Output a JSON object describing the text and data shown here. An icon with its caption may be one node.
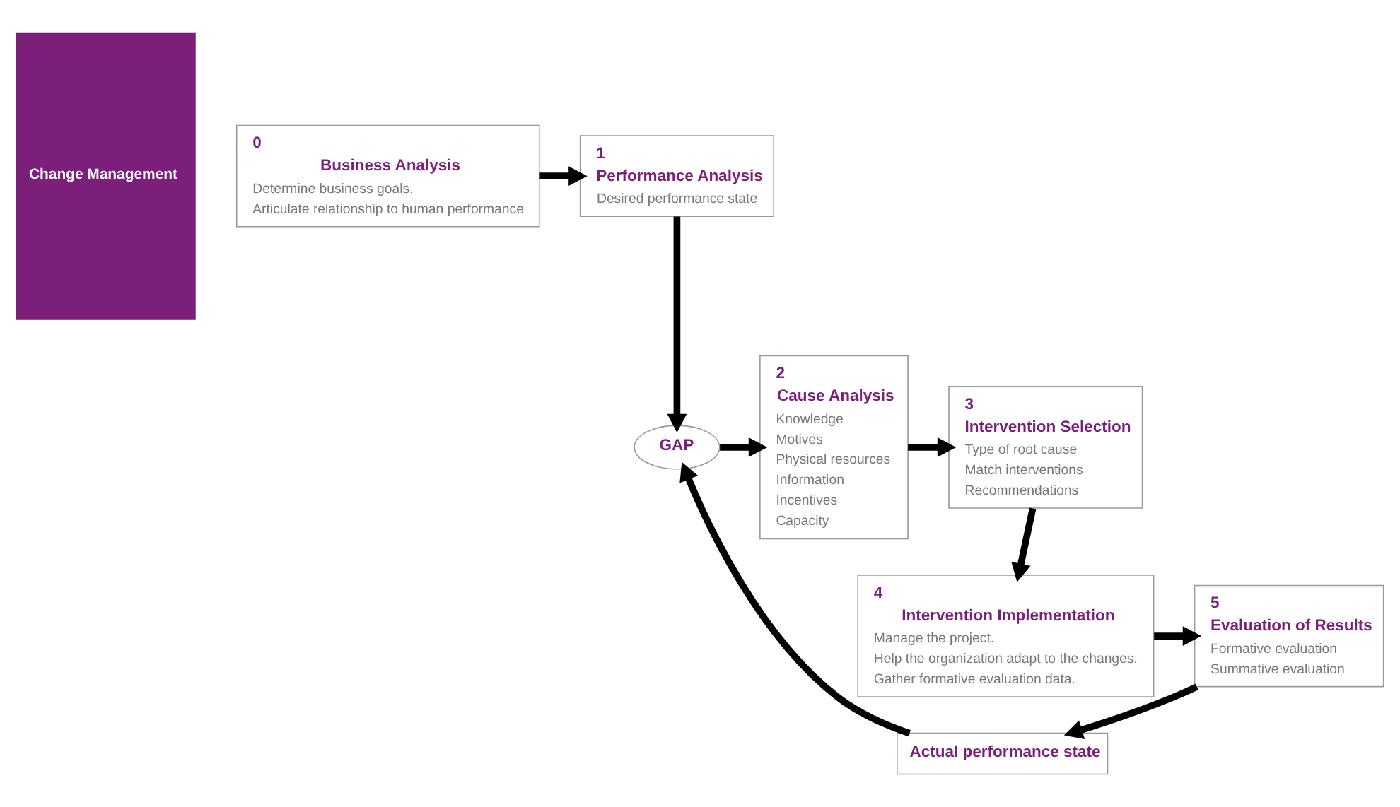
{
  "diagram": {
    "nodes": [
      {
        "text": [
          "Change Management"
        ]
      },
      {
        "text": [
          "0",
          "Business Analysis",
          "Determine business goals.",
          "Articulate relationship to human performance"
        ]
      },
      {
        "text": [
          "1",
          "Performance Analysis",
          "Desired performance state"
        ]
      },
      {
        "text": [
          "GAP"
        ]
      },
      {
        "text": [
          "Actual performance state"
        ]
      },
      {
        "text": [
          "2",
          "Cause Analysis",
          "Knowledge",
          "Motives",
          "Physical resources",
          "Information",
          "Incentives",
          "Capacity"
        ]
      },
      {
        "text": [
          "3",
          "Intervention Selection",
          "Type of root cause",
          "Match interventions",
          "Recommendations"
        ]
      },
      {
        "text": [
          "4",
          "Intervention Implementation",
          "Manage the project.",
          "Help the organization adapt to the changes.",
          "Gather formative evaluation data."
        ]
      },
      {
        "text": [
          "5",
          "Evaluation of Results",
          "Formative evaluation",
          "Summative evaluation"
        ]
      }
    ],
    "edges": [
      {
        "from": 1,
        "to": 2,
        "arrow": "to"
      },
      {
        "from": 2,
        "to": 3,
        "arrow": "to"
      },
      {
        "from": 4,
        "to": 3,
        "arrow": "to"
      },
      {
        "from": 3,
        "to": 5,
        "arrow": "to"
      },
      {
        "from": 5,
        "to": 6,
        "arrow": "to"
      },
      {
        "from": 6,
        "to": 7,
        "arrow": "to"
      },
      {
        "from": 7,
        "to": 8,
        "arrow": "to"
      },
      {
        "from": 8,
        "to": 4,
        "arrow": "to"
      }
    ]
  }
}
